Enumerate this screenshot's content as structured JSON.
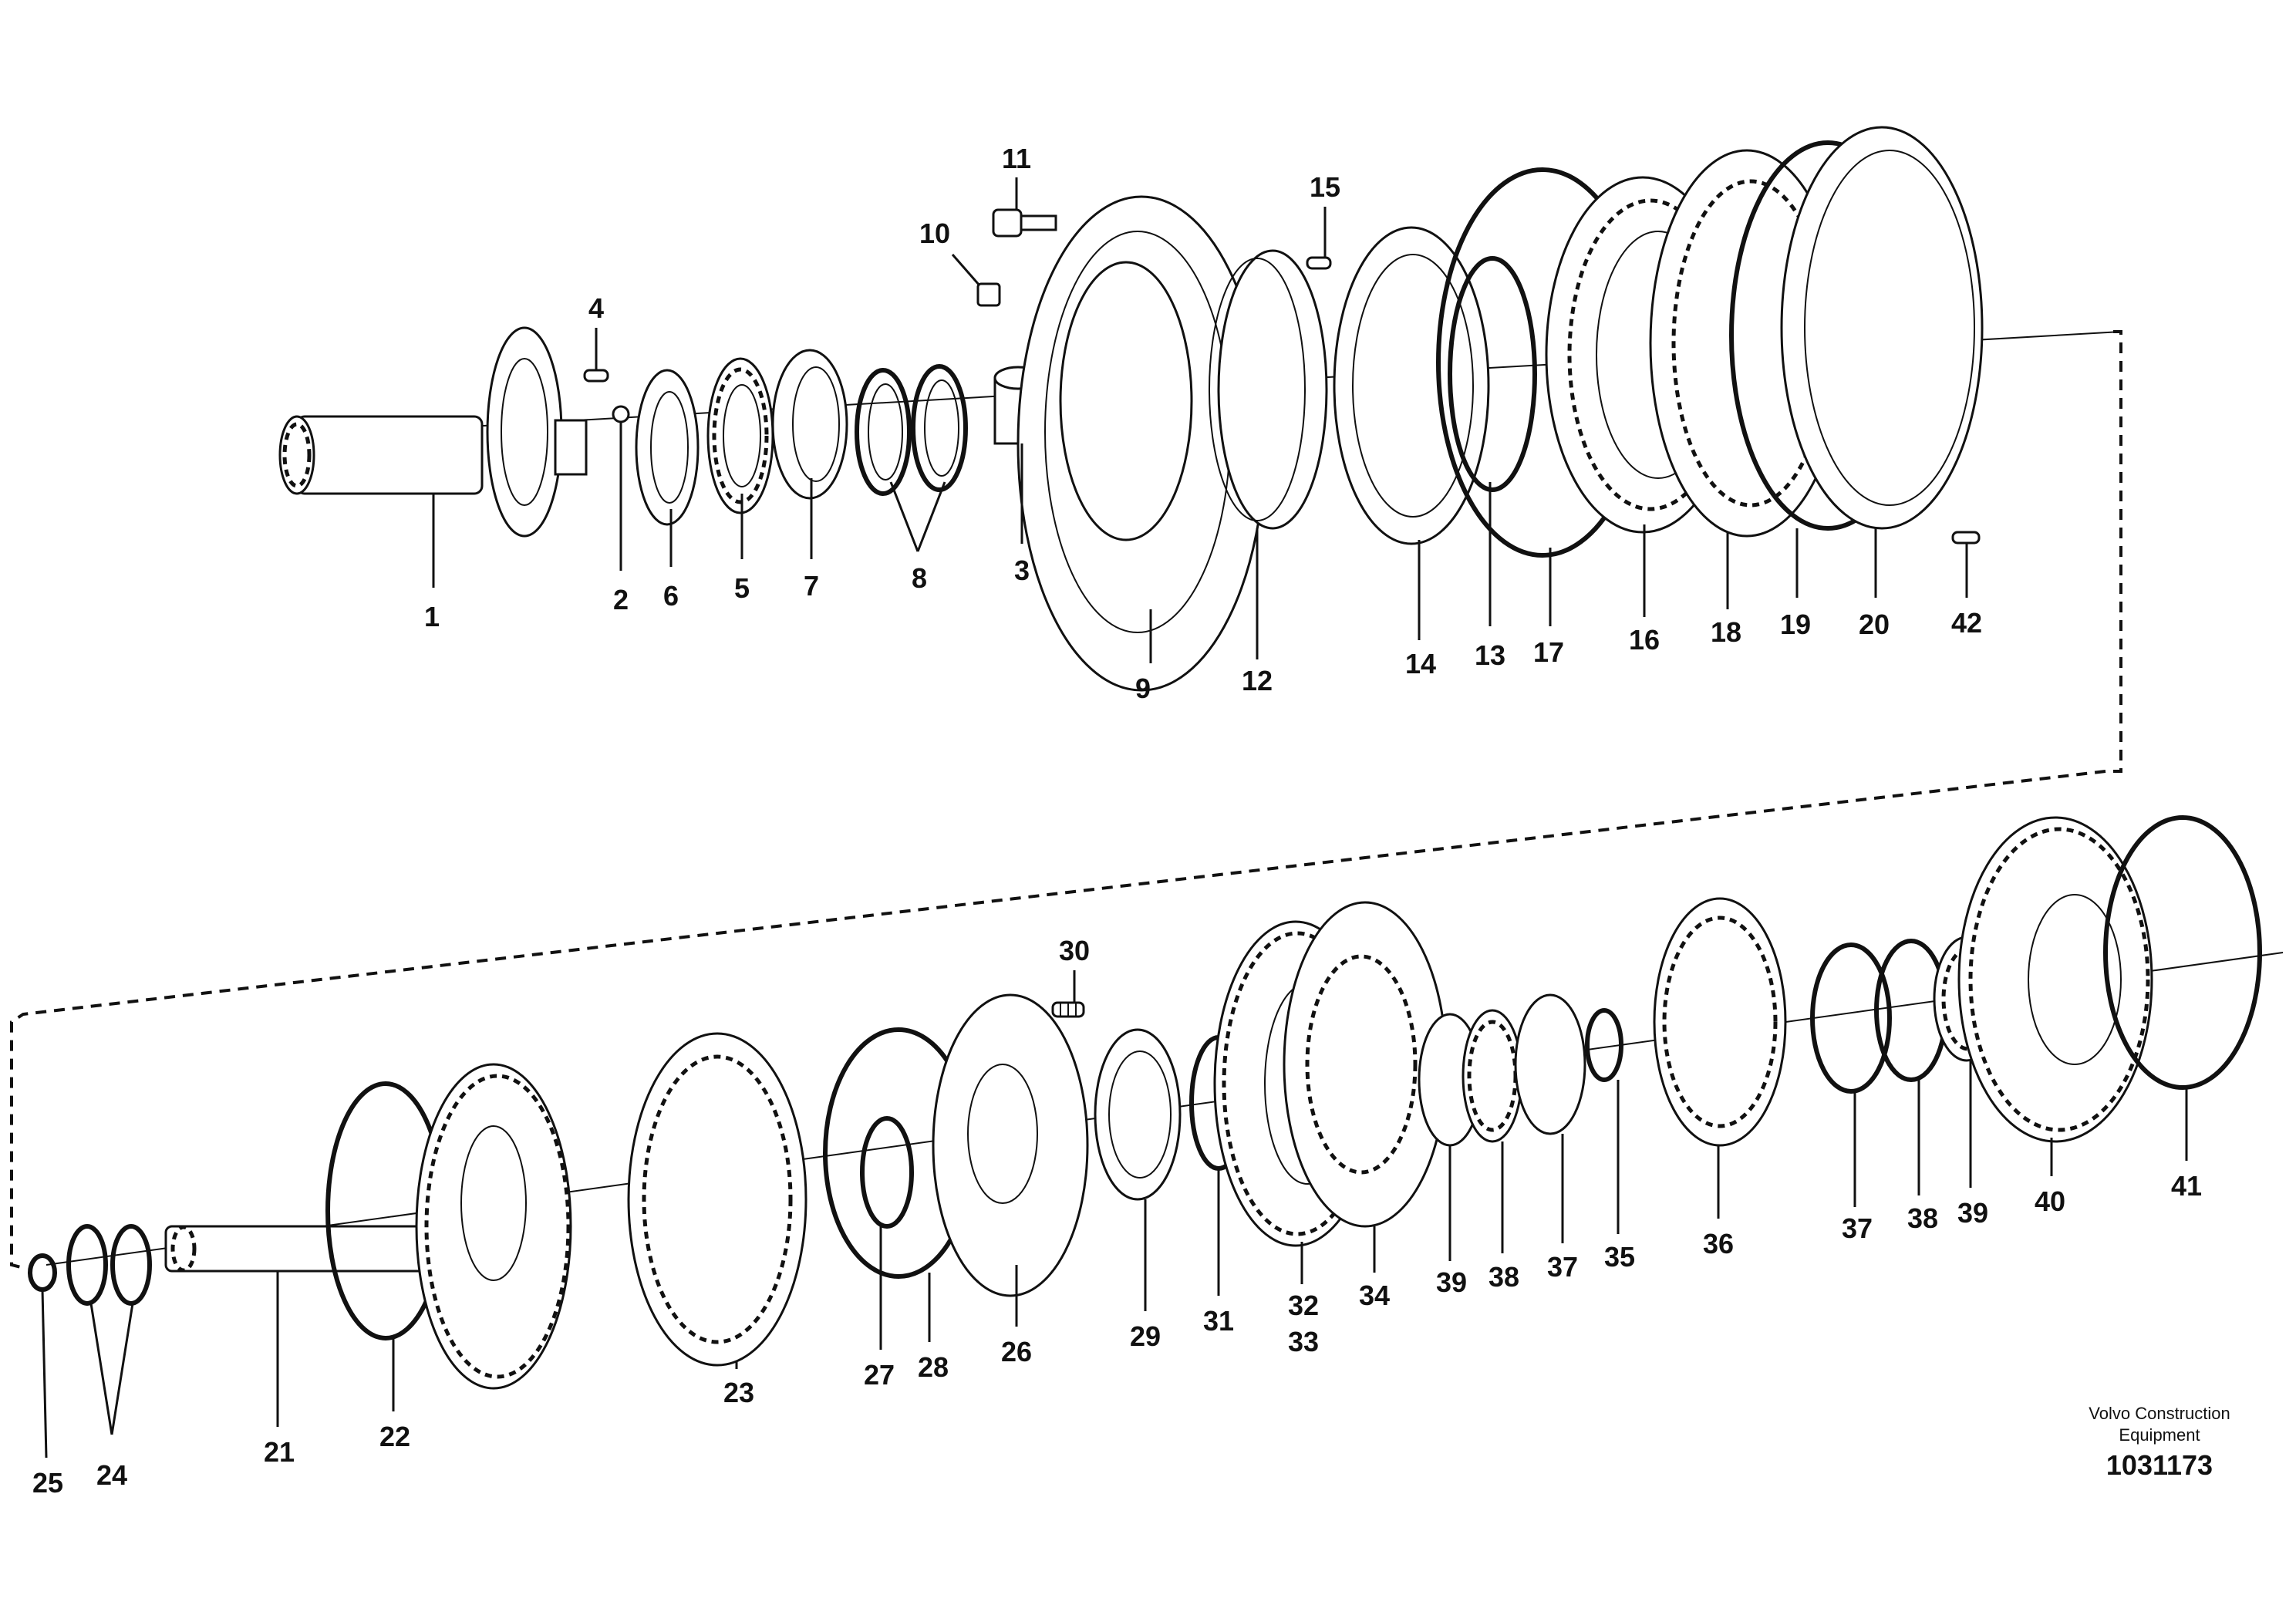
{
  "labels": {
    "p1": "1",
    "p2": "2",
    "p3": "3",
    "p4": "4",
    "p5": "5",
    "p6": "6",
    "p7": "7",
    "p8": "8",
    "p9": "9",
    "p10": "10",
    "p11": "11",
    "p12": "12",
    "p13": "13",
    "p14": "14",
    "p15": "15",
    "p16": "16",
    "p17": "17",
    "p18": "18",
    "p19": "19",
    "p20": "20",
    "p21": "21",
    "p22": "22",
    "p23": "23",
    "p24": "24",
    "p25": "25",
    "p26": "26",
    "p27": "27",
    "p28": "28",
    "p29": "29",
    "p30": "30",
    "p31": "31",
    "p32": "32",
    "p33": "33",
    "p34": "34",
    "p35": "35",
    "p36": "36",
    "p37a": "37",
    "p37b": "37",
    "p38a": "38",
    "p38b": "38",
    "p39a": "39",
    "p39b": "39",
    "p40": "40",
    "p41": "41",
    "p42": "42"
  },
  "credit": {
    "line1": "Volvo Construction",
    "line2": "Equipment",
    "doc_number": "1031173"
  }
}
